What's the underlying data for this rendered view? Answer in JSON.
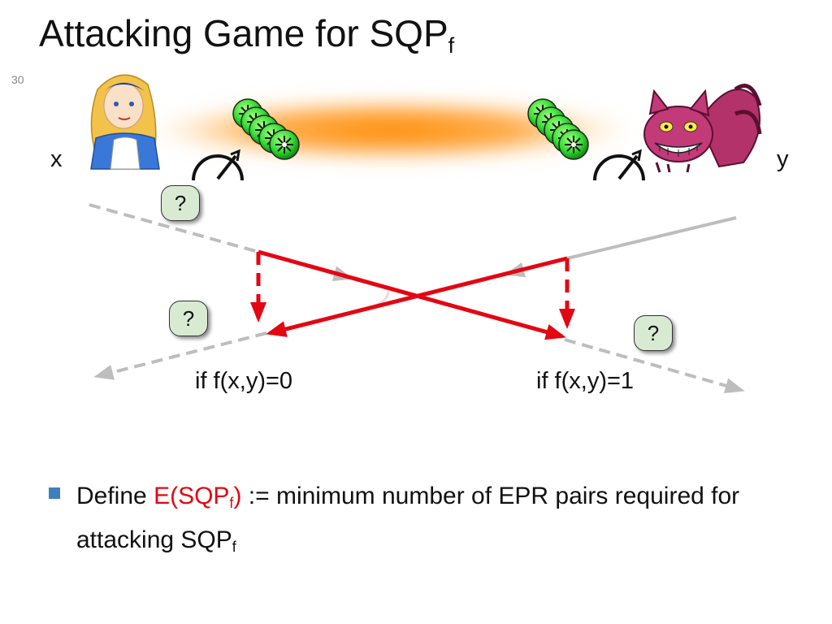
{
  "slide": {
    "number": "30",
    "title": {
      "main": "Attacking Game for SQP",
      "sub": "f"
    }
  },
  "diagram": {
    "left_party": {
      "label": "x",
      "image": "alice-figure"
    },
    "right_party": {
      "label": "y",
      "image": "cheshire-cat-figure"
    },
    "measure_icon": "measurement-meter-icon",
    "qubit_icon": "green-star-qubit-icon",
    "entanglement_colors": {
      "core": "#ff8c00",
      "mid": "#ffc070"
    },
    "query_marks": [
      "?",
      "?",
      "?"
    ],
    "condition_left": "if f(x,y)=0",
    "condition_right": "if f(x,y)=1",
    "colors": {
      "red": "#e30613",
      "gray": "#bdbdbd",
      "qubit_green": "#33dd33",
      "query_bg": "#d9ead3"
    }
  },
  "bullet": {
    "prefix": "Define ",
    "highlight_main": "E(SQP",
    "highlight_sub": "f",
    "highlight_close": ")",
    "text_mid": " := minimum number of EPR pairs required for attacking SQP",
    "text_sub": "f"
  }
}
